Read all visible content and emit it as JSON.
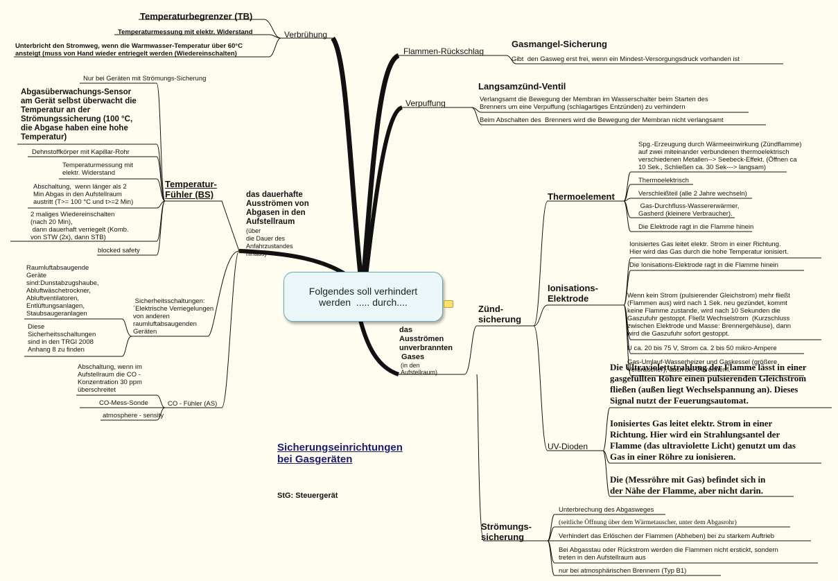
{
  "central_topic": "Folgendes soll verhindert\nwerden  ..... durch....",
  "footer_title": "Sicherungseinrichtungen\nbei Gasgeräten",
  "footer_note": "StG: Steuergerät",
  "left": {
    "verbruehung": {
      "label": "Verbrühung",
      "tb_title": "Temperaturbegrenzer (TB)",
      "tb_items": [
        "Temperaturmessung mit elektr. Widerstand",
        "Unterbricht den Stromweg, wenn die Warmwasser-Temperatur über 60°C\nansteigt (muss von Hand wieder entriegelt werden (Wiedereinschalten)"
      ]
    },
    "abgas": {
      "label": "das dauerhafte\nAusströmen von\nAbgasen in den\nAufstellraum",
      "label_small": "(über\ndie Dauer des\nAnfahrzustandes\nhinaus)",
      "bs_title": "Temperatur-\nFühler (BS)",
      "bs_items": [
        "Nur bei Geräten mit Strömungs-Sicherung",
        "Abgasüberwachungs-Sensor\nam Gerät selbst überwacht die\nTemperatur an der\nStrömungssicherung (100 °C,\ndie Abgase haben eine hohe\nTemperatur)",
        "Dehnstoffkörper mit Kapillar-Rohr",
        "Temperaturmessung mit\nelektr. Widerstand",
        "Abschaltung,  wenn länger als 2\nMin Abgas in den Aufstellraum\naustritt (T>= 100 °C und t>=2 Min)",
        "2 maliges Wiedereinschalten\n(nach 20 Min),\n dann dauerhaft verriegelt (Komb.\nvon STW (2x), dann STB)",
        "blocked safety"
      ],
      "sich_title": " Sicherheitsschaltungen:\n´Elektrische Verriegelungen\nvon anderen\nraumluftabsaugenden\nGeräten",
      "sich_items": [
        "Raumluftabsaugende\nGeräte\nsind:Dunstabzugshaube,\nAbluftwäschetrockner,\nAbluftventilatoren,\nEntlüftungsanlagen,\nStaubsaugeranlagen",
        "Diese\nSicherheitsschaltungen\nsind in den TRGI 2008\nAnhang 8 zu finden"
      ],
      "co_title": "CO - Fühler (AS)",
      "co_items": [
        "Abschaltung, wenn im\nAufstellraum die CO -\nKonzentration 30 ppm\nüberschreitet",
        "CO-Mess-Sonde",
        "atmosphere - sensity"
      ]
    }
  },
  "right": {
    "flammen": {
      "label": "Flammen-Rückschlag",
      "title": "Gasmangel-Sicherung",
      "item": "Gibt  den Gasweg erst frei, wenn ein Mindest-Versorgungsdruck vorhanden ist"
    },
    "verpuffung": {
      "label": "Verpuffung",
      "title": "Langsamzünd-Ventil",
      "items": [
        "Verlangsamt die Bewegung der Membran im Wasserschalter beim Starten des\nBrenners um eine Verpuffung (schlagartiges Entzünden) zu verhindern",
        "Beim Abschalten des  Brenners wird die Bewegung der Membran nicht verlangsamt"
      ]
    },
    "unverbrannt": {
      "label": "das\nAusströmen\nunverbrannten\n Gases",
      "label_small": "(in den\nAufstellraum)",
      "zuend": "Zünd-\nsicherung",
      "thermo_title": "Thermoelement",
      "thermo_items": [
        "Spg.-Erzeugung durch Wärmeeinwirkung (Zündflamme)\nauf zwei miteinander verbundenen thermoelektrisch\nverschiedenen Metallen--> Seebeck-Effekt. (Öffnen ca\n10 Sek., Schließen ca. 30 Sek---> langsam)",
        "Thermoelektrisch",
        "Verschleißteil (alle 2 Jahre wechseln)",
        " Gas-Durchfluss-Wassererwärmer,\nGasherd (kleinere Verbraucher).",
        "Die Elektrode ragt in die Flamme hinein"
      ],
      "ion_title": "Ionisations-\nElektrode",
      "ion_items": [
        "Ionisiertes Gas leitet elektr. Strom in einer Richtung.\nHier wird das Gas durch die hohe Temperatur ionisiert.",
        "Die Ionisations-Elektrode ragt in die Flamme hinein",
        "Wenn kein Strom (pulsierender Gleichstrom) mehr fließt\n(Flammen aus) wird nach 1 Sek. neu gezündet, kommt\nkeine Flamme zustande, wird nach 10 Sekunden die\nGaszufuhr gestoppt. Fließt Wechselstrom  (Kurzschluss\nzwischen Elektrode und Masse: Brennergehäuse), dann\nwird die Gaszufuhr sofort gestoppt.",
        "U ca. 20 bis 75 V, Strom ca. 2 bis 50 mikro-Ampere",
        "Gas-Umlauf-Wasserheizer und Gaskessel (größere\nVerbraucher), auch bei Ölbrennern."
      ],
      "uv_title": "UV-Dioden",
      "uv_items": [
        "Die Ultraviolettstrahlung der Flamme lässt in einer\ngasgefüllten Röhre einen pulsierenden Gleichstrom\nfließen (außen liegt Wechselspannung an). Dieses\nSignal nutzt der Feuerungsautomat.",
        "Ionisiertes Gas leitet elektr. Strom in einer\nRichtung. Hier wird ein Strahlungsantel der\nFlamme (das ultraviolette Licht) genutzt um das\nGas in einer Röhre zu ionisieren.",
        "Die (Messröhre mit Gas) befindet sich in\nder Nähe der Flamme, aber nicht darin."
      ],
      "stroem_title": "Strömungs-\nsicherung",
      "stroem_items": [
        "Unterbrechung des Abgasweges",
        "(seitliche Öffnung über dem Wärmetauscher, unter dem Abgasrohr)",
        "Verhindert das Erlöschen der Flammen (Abheben) bei zu starkem Auftrieb",
        "Bei Abgasstau oder Rückstrom werden die Flammen nicht erstickt, sondern\ntreten in den Aufstellraum aus",
        "nur bei atmosphärischen Brennern (Typ B1)"
      ]
    }
  }
}
